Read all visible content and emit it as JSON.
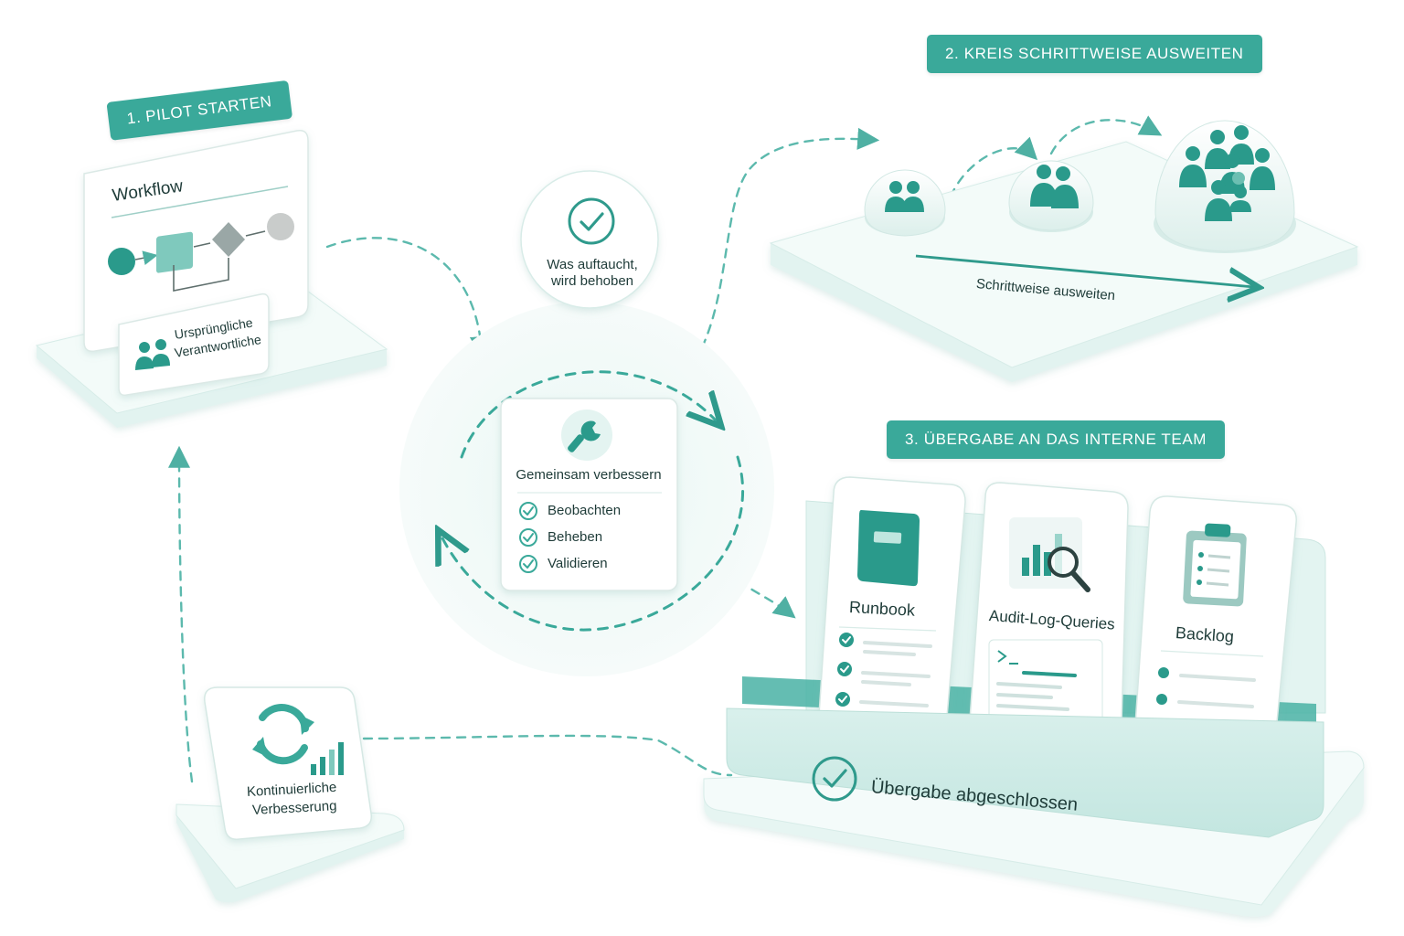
{
  "step1": {
    "badge": "1. PILOT STARTEN",
    "workflow_title": "Workflow",
    "owners_label_line1": "Ursprüngliche",
    "owners_label_line2": "Verantwortliche"
  },
  "step2": {
    "badge": "2. KREIS SCHRITTWEISE AUSWEITEN",
    "arrow_label": "Schrittweise ausweiten"
  },
  "step3": {
    "badge": "3. ÜBERGABE AN DAS INTERNE TEAM",
    "cards": [
      "Runbook",
      "Audit-Log-Queries",
      "Backlog"
    ],
    "done_label": "Übergabe abgeschlossen"
  },
  "center": {
    "bubble_line1": "Was auftaucht,",
    "bubble_line2": "wird behoben",
    "card_title": "Gemeinsam verbessern",
    "checklist": [
      "Beobachten",
      "Beheben",
      "Validieren"
    ]
  },
  "continuous": {
    "line1": "Kontinuierliche",
    "line2": "Verbesserung"
  },
  "colors": {
    "accent": "#3aa99a",
    "accent_dark": "#2b8f82",
    "platform": "#eef8f6",
    "platform_edge": "#d5ece8",
    "dash": "#5cb9ad"
  }
}
